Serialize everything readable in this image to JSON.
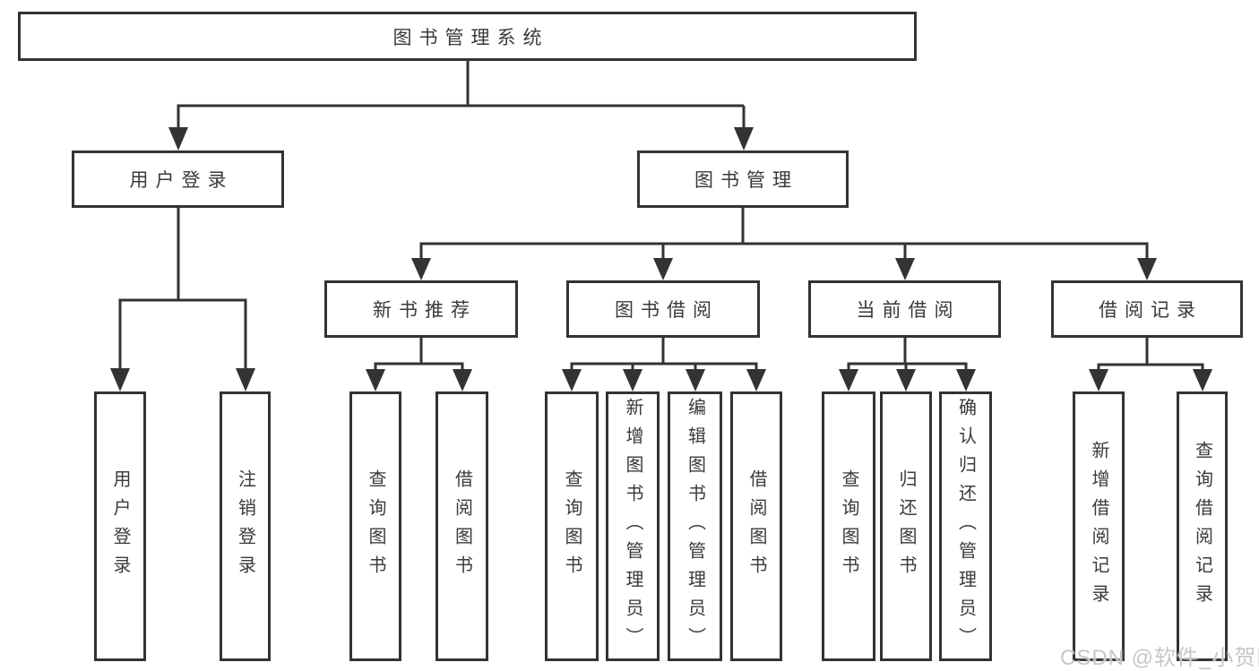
{
  "diagram_type": "hierarchy-tree",
  "colors": {
    "line": "#333333",
    "node_border": "#333333",
    "node_text": "#3a3a3a",
    "background": "#ffffff",
    "watermark": "#c7c7c7"
  },
  "tree": {
    "label": "图书管理系统",
    "children": [
      {
        "label": "用户登录",
        "children": [
          {
            "label": "用户登录"
          },
          {
            "label": "注销登录"
          }
        ]
      },
      {
        "label": "图书管理",
        "children": [
          {
            "label": "新书推荐",
            "children": [
              {
                "label": "查询图书"
              },
              {
                "label": "借阅图书"
              }
            ]
          },
          {
            "label": "图书借阅",
            "children": [
              {
                "label": "查询图书"
              },
              {
                "label": "新增图书（管理员）"
              },
              {
                "label": "编辑图书（管理员）"
              },
              {
                "label": "借阅图书"
              }
            ]
          },
          {
            "label": "当前借阅",
            "children": [
              {
                "label": "查询图书"
              },
              {
                "label": "归还图书"
              },
              {
                "label": "确认归还（管理员）"
              }
            ]
          },
          {
            "label": "借阅记录",
            "children": [
              {
                "label": "新增借阅记录"
              },
              {
                "label": "查询借阅记录"
              }
            ]
          }
        ]
      }
    ]
  },
  "watermark": {
    "text": "CSDN @软件_小贺同学"
  }
}
